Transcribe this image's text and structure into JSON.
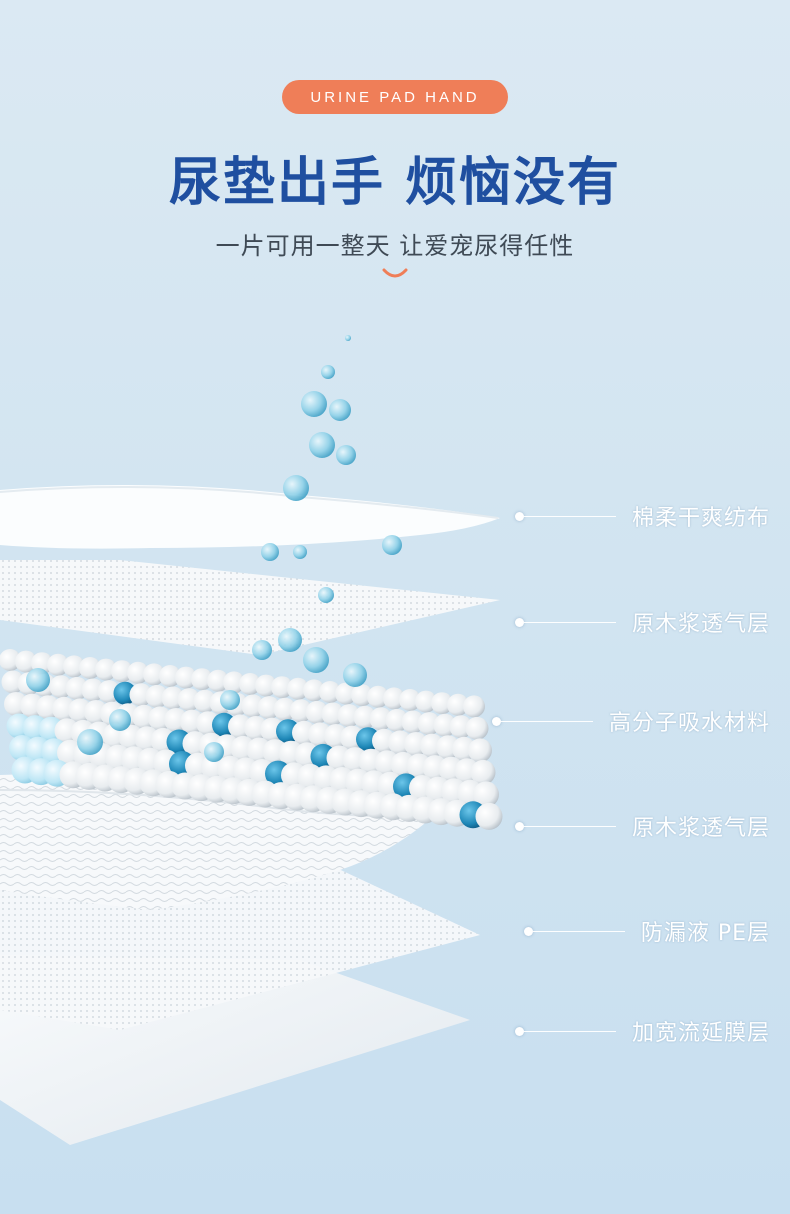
{
  "badge": "URINE PAD HAND",
  "title": "尿垫出手 烦恼没有",
  "subtitle": "一片可用一整天 让爱宠尿得任性",
  "layers": [
    "棉柔干爽纺布",
    "原木浆透气层",
    "高分子吸水材料",
    "原木浆透气层",
    "防漏液 PE层",
    "加宽流延膜层"
  ],
  "colors": {
    "badge": "#ef7e58",
    "title": "#1f4fa0",
    "accent_blue": "#2f8fbf",
    "background": "#d3e5f1"
  }
}
